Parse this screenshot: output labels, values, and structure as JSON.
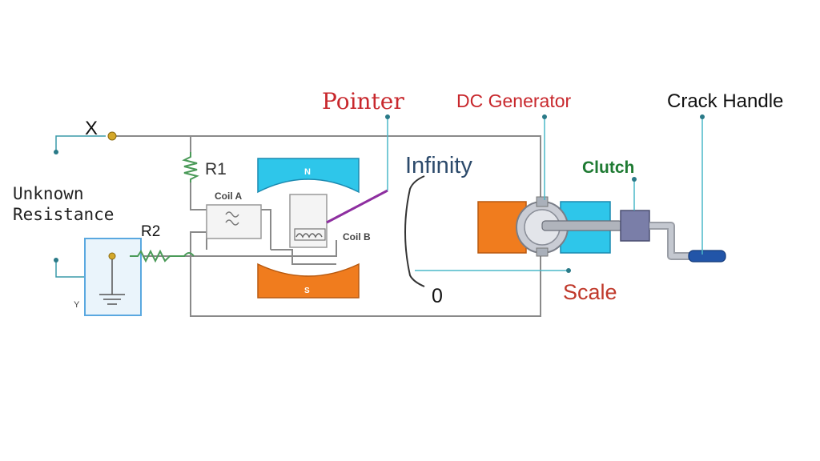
{
  "labels": {
    "x_terminal": "X",
    "y_terminal": "Y",
    "r1": "R1",
    "r2": "R2",
    "unknown_resistance_line1": "Unknown",
    "unknown_resistance_line2": "Resistance",
    "coil_a": "Coil A",
    "coil_b": "Coil B",
    "magnet_n": "N",
    "magnet_s": "S",
    "pointer": "Pointer",
    "infinity": "Infinity",
    "zero": "0",
    "scale": "Scale",
    "dc_generator": "DC Generator",
    "clutch": "Clutch",
    "crank_handle": "Crack Handle"
  },
  "colors": {
    "pointer_label": "#c8282d",
    "dc_generator_label": "#c8282d",
    "scale_label": "#c0392b",
    "infinity_label": "#2c4a6b",
    "clutch_label": "#1e7a32",
    "magnet_n": "#2ec6ea",
    "magnet_s": "#f07c1e",
    "generator_left": "#f07c1e",
    "generator_right": "#2ec6ea",
    "leader_lines": "#4bb8c8",
    "pointer_needle": "#8e2fa0",
    "wire": "#8a8a8a",
    "unknown_box": "#5aa8e0",
    "handle_grip": "#2255a8"
  }
}
